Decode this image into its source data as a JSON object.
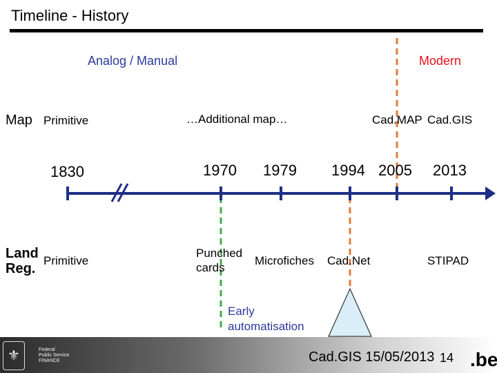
{
  "header": {
    "title": "Timeline - History"
  },
  "eras": {
    "analog": "Analog / Manual",
    "modern": "Modern"
  },
  "map_row": {
    "label": "Map",
    "primitive": "Primitive",
    "additional": "…Additional map…",
    "cadmap": "Cad.MAP",
    "cadgis": "Cad.GIS"
  },
  "years": [
    "1830",
    "1970",
    "1979",
    "1994",
    "2005",
    "2013"
  ],
  "land_row": {
    "label_line1": "Land",
    "label_line2": "Reg.",
    "primitive": "Primitive",
    "punched_line1": "Punched",
    "punched_line2": "cards",
    "microfiches": "Microfiches",
    "cadnet": "Cad.Net",
    "stipad": "STIPAD"
  },
  "annotation": {
    "line1": "Early",
    "line2": "automatisation"
  },
  "footer": {
    "org_line1": "Federal",
    "org_line2": "Public Service",
    "org_line3": "FINANCE",
    "date": "Cad.GIS 15/05/2013",
    "page": "14",
    "brand": ".be"
  },
  "colors": {
    "axis": "#1f2f86",
    "modern_line": "#e07b39",
    "cadnet_line": "#e07b39",
    "automation_line": "#3fae49",
    "triangle_fill": "#d9eef6",
    "era_analog": "#2a3a9c",
    "era_modern": "#e8111b"
  }
}
